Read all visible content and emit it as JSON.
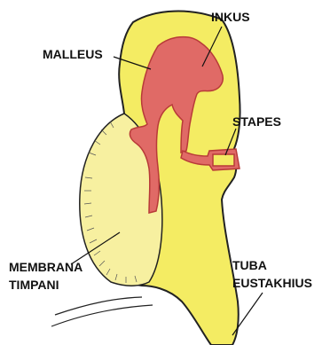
{
  "labels": {
    "inkus": "INKUS",
    "malleus": "MALLEUS",
    "stapes": "STAPES",
    "membrana_line1": "MEMBRANA",
    "membrana_line2": "TIMPANI",
    "tuba_line1": "TUBA",
    "tuba_line2": "EUSTAKHIUS"
  },
  "colors": {
    "cavity": "#f4ec63",
    "membrane": "#f7f0a0",
    "ossicle": "#e06a66",
    "ossicle_stroke": "#b83a38",
    "outline": "#222222"
  }
}
